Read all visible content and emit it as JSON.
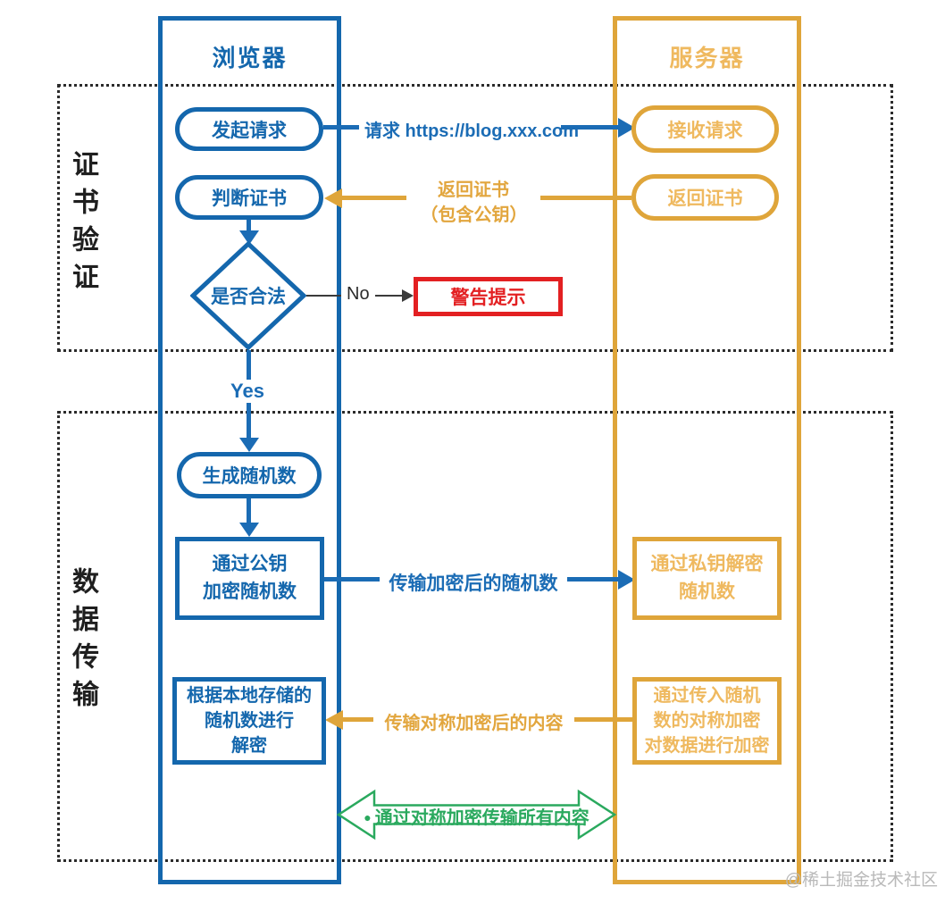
{
  "colors": {
    "blue": "#1467ad",
    "blue_arrow": "#1b6cb5",
    "orange": "#dfa53a",
    "orange_light_text": "#efb95f",
    "red": "#e32022",
    "green": "#2aa95e",
    "black": "#2b2b2b",
    "watermark_gray": "#b9b9b9"
  },
  "lanes": {
    "browser": "浏览器",
    "server": "服务器"
  },
  "phases": {
    "cert_label": "证书验证",
    "data_label": "数据传输"
  },
  "nodes": {
    "initiate_request": "发起请求",
    "receive_request": "接收请求",
    "judge_cert": "判断证书",
    "return_cert": "返回证书",
    "is_valid": "是否合法",
    "warning": "警告提示",
    "gen_random": "生成随机数",
    "encrypt_with_pubkey": "通过公钥\n加密随机数",
    "decrypt_with_privkey": "通过私钥解密\n随机数",
    "decrypt_local": "根据本地存储的\n随机数进行\n解密",
    "sym_encrypt_data": "通过传入随机\n数的对称加密\n对数据进行加密"
  },
  "edges": {
    "request_url": "请求 https://blog.xxx.com",
    "return_cert_line1": "返回证书",
    "return_cert_line2": "（包含公钥）",
    "no": "No",
    "yes": "Yes",
    "transmit_encrypted_random": "传输加密后的随机数",
    "transmit_symmetric_content": "传输对称加密后的内容",
    "bullet": "●",
    "symmetric_all": "通过对称加密传输所有内容"
  },
  "watermark": "@稀土掘金技术社区"
}
